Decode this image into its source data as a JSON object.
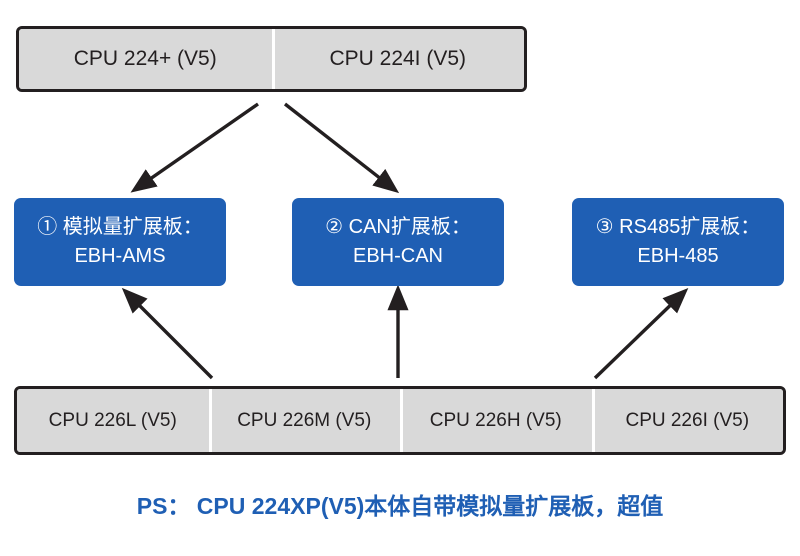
{
  "diagram": {
    "top_cpu_group": {
      "cells": [
        {
          "label": "CPU 224+ (V5)"
        },
        {
          "label": "CPU 224I (V5)"
        }
      ]
    },
    "boards": [
      {
        "line1": "① 模拟量扩展板：",
        "line2": "EBH-AMS"
      },
      {
        "line1": "② CAN扩展板：",
        "line2": "EBH-CAN"
      },
      {
        "line1": "③ RS485扩展板：",
        "line2": "EBH-485"
      }
    ],
    "bottom_cpu_group": {
      "cells": [
        {
          "label": "CPU 226L (V5)"
        },
        {
          "label": "CPU 226M (V5)"
        },
        {
          "label": "CPU 226H (V5)"
        },
        {
          "label": "CPU 226I (V5)"
        }
      ]
    },
    "footer_note": "PS： CPU 224XP(V5)本体自带模拟量扩展板，超值",
    "colors": {
      "board_blue": "#1f5fb4",
      "cpu_gray": "#d9d9d9",
      "outline_black": "#231f20",
      "note_blue": "#1f5fb4"
    }
  }
}
